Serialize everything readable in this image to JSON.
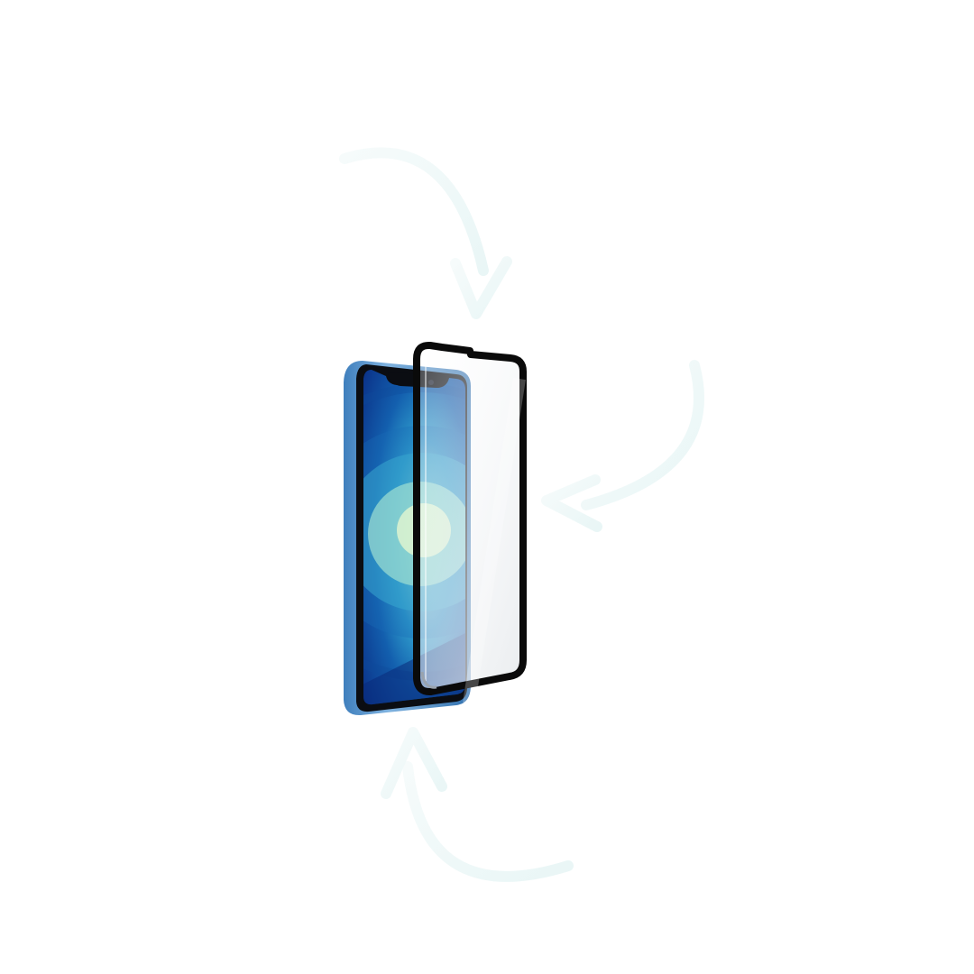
{
  "colors": {
    "background": "#ffffff",
    "phone_frame": "#5b93c7",
    "phone_frame_dark": "#2f6fae",
    "screen_deep": "#0b3f8f",
    "screen_mid": "#1c78b8",
    "screen_light": "#7fd4de",
    "screen_glow": "#cfeec7",
    "protector_border": "#0a0a0a",
    "arrow_tint": "#eef8f8"
  },
  "icons": {
    "arrows": [
      "curved-arrow-top",
      "curved-arrow-right",
      "curved-arrow-bottom"
    ]
  },
  "product": {
    "phone": "smartphone-blue",
    "accessory": "tempered-glass-screen-protector"
  }
}
